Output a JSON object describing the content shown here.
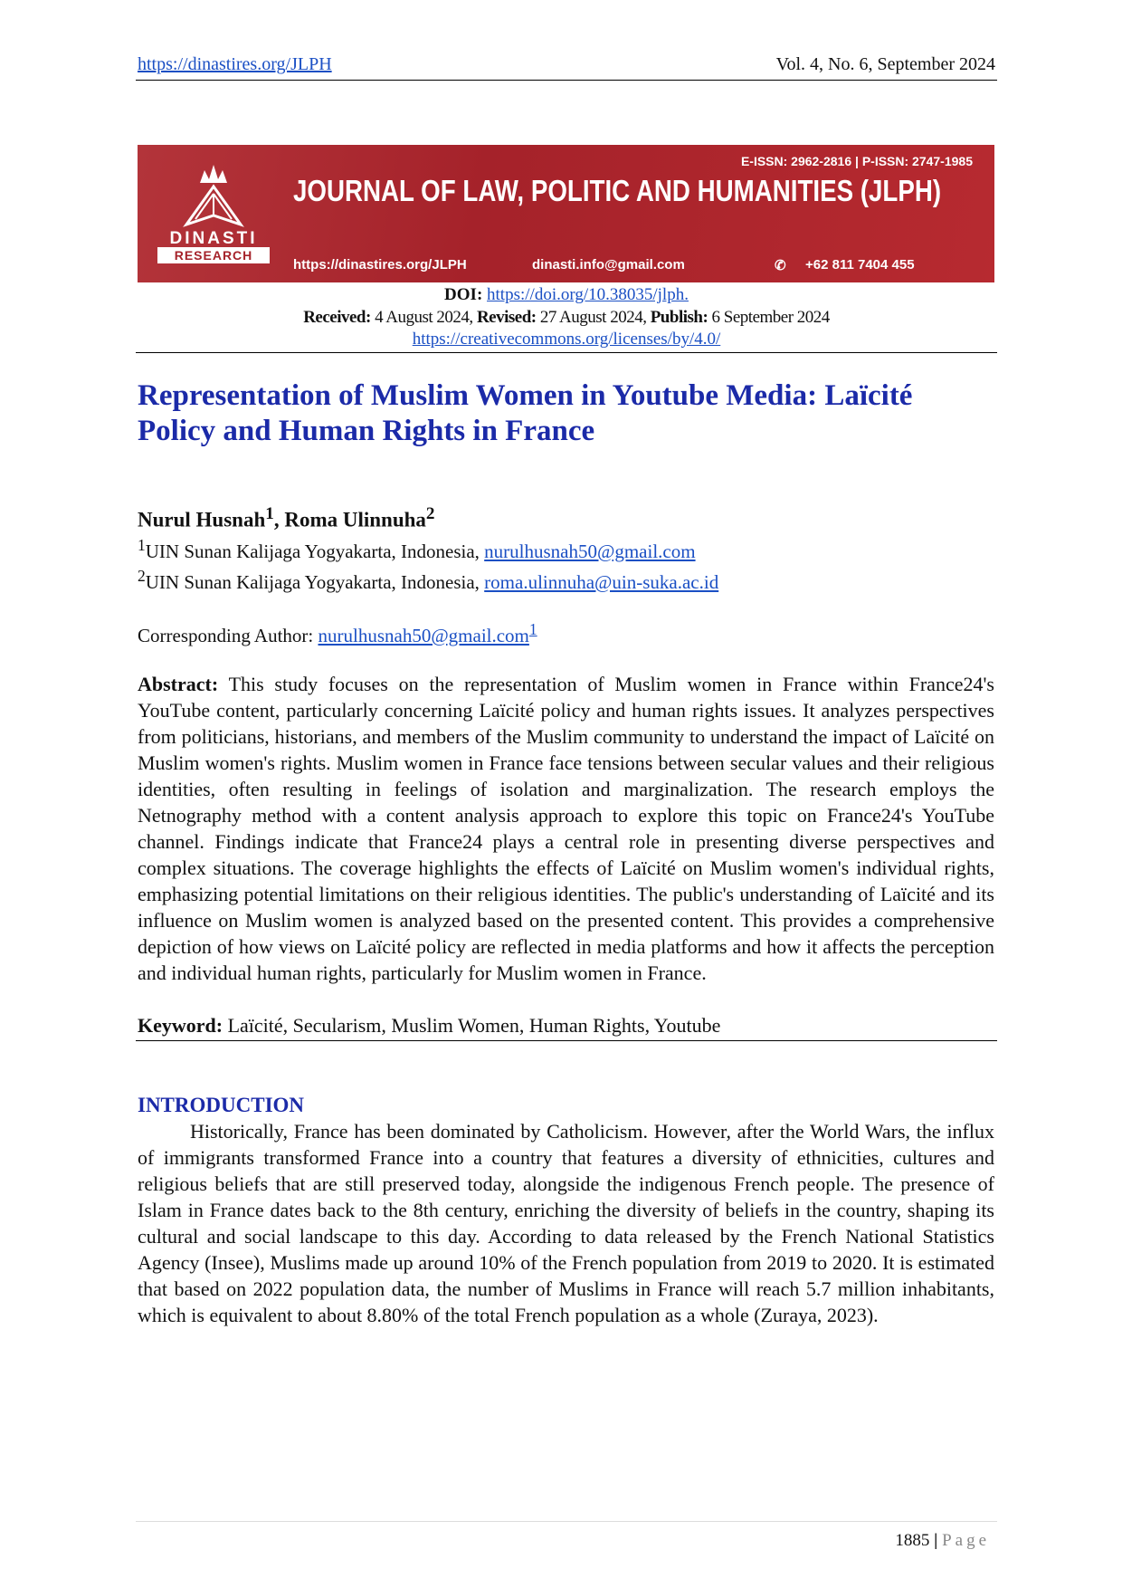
{
  "header": {
    "url": "https://dinastires.org/JLPH",
    "volume": "Vol. 4, No. 6, September 2024"
  },
  "banner": {
    "logo_top": "DINASTI",
    "logo_bottom": "RESEARCH",
    "issn": "E-ISSN: 2962-2816 | P-ISSN: 2747-1985",
    "title": "JOURNAL OF LAW, POLITIC AND HUMANITIES (JLPH)",
    "url": "https://dinastires.org/JLPH",
    "email": "dinasti.info@gmail.com",
    "phone": "+62 811 7404 455"
  },
  "meta": {
    "doi_label": "DOI:",
    "doi": "https://doi.org/10.38035/jlph.",
    "received_label": "Received:",
    "received": "4 August 2024,",
    "revised_label": "Revised:",
    "revised": "27 August 2024,",
    "publish_label": "Publish:",
    "publish": "6 September 2024",
    "license": "https://creativecommons.org/licenses/by/4.0/"
  },
  "title": "Representation of Muslim Women in Youtube Media: Laïcité Policy and Human Rights in France",
  "authors": [
    {
      "name": "Nurul Husnah",
      "sup": "1",
      "affil": "UIN Sunan Kalijaga Yogyakarta, Indonesia,",
      "email": "nurulhusnah50@gmail.com"
    },
    {
      "name": "Roma Ulinnuha",
      "sup": "2",
      "affil": "UIN Sunan Kalijaga Yogyakarta, Indonesia,",
      "email": "roma.ulinnuha@uin-suka.ac.id"
    }
  ],
  "corresponding": {
    "label": "Corresponding Author:",
    "email": "nurulhusnah50@gmail.com",
    "sup": "1"
  },
  "abstract": {
    "label": "Abstract:",
    "text": "This study focuses on the representation of Muslim women in France within France24's YouTube content, particularly concerning Laïcité policy and human rights issues. It analyzes perspectives from politicians, historians, and members of the Muslim community to understand the impact of Laïcité on Muslim women's rights. Muslim women in France face tensions between secular values and their religious identities, often resulting in feelings of isolation and marginalization. The research employs the Netnography method with a content analysis approach to explore this topic on France24's YouTube channel. Findings indicate that France24 plays a central role in presenting diverse perspectives and complex situations. The coverage highlights the effects of Laïcité on Muslim women's individual rights, emphasizing potential limitations on their religious identities. The public's understanding of Laïcité and its influence on Muslim women is analyzed based on the presented content. This provides a comprehensive depiction of how views on Laïcité policy are reflected in media platforms and how it affects the perception and individual human rights, particularly for Muslim women in France."
  },
  "keywords": {
    "label": "Keyword:",
    "text": "Laïcité, Secularism, Muslim Women, Human Rights, Youtube"
  },
  "introduction": {
    "heading": "INTRODUCTION",
    "text": "Historically, France has been dominated by Catholicism. However, after the World Wars, the influx of immigrants transformed France into a country that features a diversity of ethnicities, cultures and religious beliefs that are still preserved today, alongside the indigenous French people. The presence of Islam in France dates back to the 8th century, enriching the diversity of beliefs in the country, shaping its cultural and social landscape to this day. According to data released by the French National Statistics Agency (Insee), Muslims made up around 10% of the French population from 2019 to 2020. It is estimated that based on 2022 population data, the number of Muslims in France will reach 5.7 million inhabitants, which is equivalent to about 8.80% of the total French population as a whole (Zuraya, 2023)."
  },
  "footer": {
    "page": "1885",
    "sep": "|",
    "page_word": "Page"
  }
}
